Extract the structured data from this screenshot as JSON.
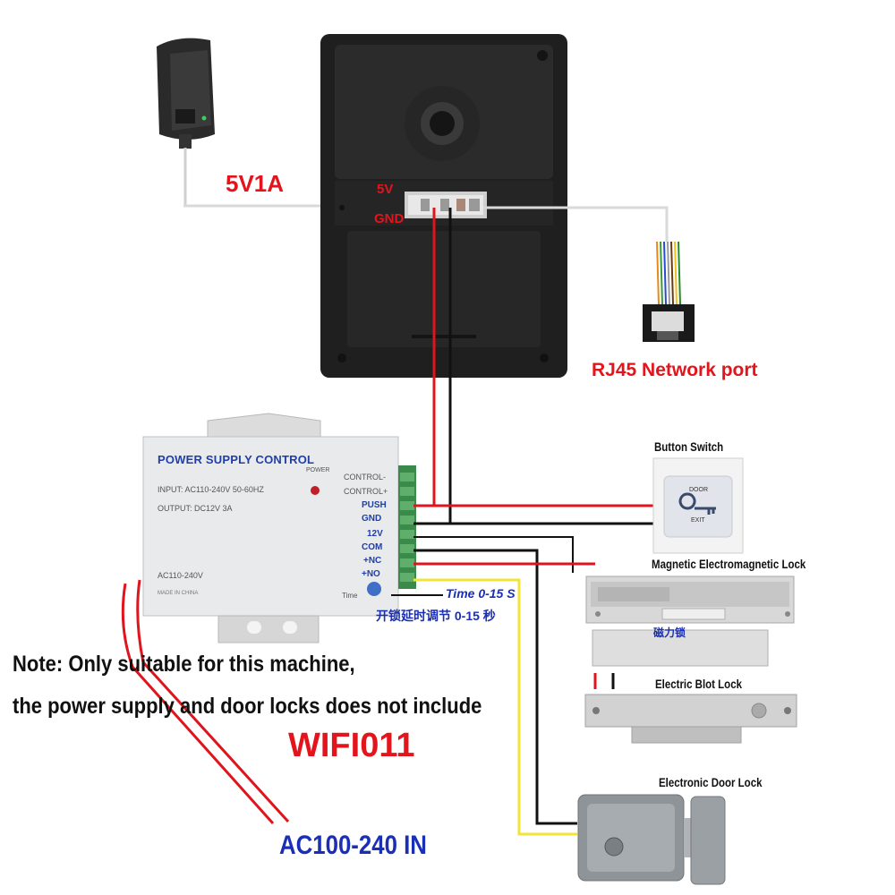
{
  "intercom": {
    "pin_5v": "5V",
    "pin_gnd": "GND"
  },
  "adapter": {
    "label": "5V1A"
  },
  "rj45": {
    "label": "RJ45 Network port"
  },
  "psu": {
    "title": "POWER SUPPLY CONTROL",
    "power_label": "POWER",
    "input": "INPUT: AC110-240V  50-60HZ",
    "output": "OUTPUT: DC12V  3A",
    "ac_label": "AC110-240V",
    "made_in": "MADE IN CHINA",
    "time_label": "Time",
    "terminals": [
      "CONTROL-",
      "CONTROL+",
      "PUSH",
      "GND",
      "12V",
      "COM",
      "+NC",
      "+NO"
    ]
  },
  "time_note": {
    "line1": "Time 0-15 S",
    "line2": "开锁延时调节 0-15 秒"
  },
  "button_switch": {
    "label": "Button Switch",
    "face_top": "DOOR",
    "face_bottom": "EXIT"
  },
  "mag_lock": {
    "label": "Magnetic Electromagnetic Lock",
    "sub": "磁力锁"
  },
  "bolt_lock": {
    "label": "Electric Blot Lock"
  },
  "door_lock": {
    "label": "Electronic Door Lock"
  },
  "note": {
    "line1": "Note: Only suitable for this machine,",
    "line2": "the power supply and door locks does not include"
  },
  "model": "WIFI011",
  "ac_in": "AC100-240 IN",
  "colors": {
    "red_text": "#e3141c",
    "blue_text": "#1a2fb5",
    "wire_red": "#e0141c",
    "wire_black": "#111111",
    "wire_yellow": "#f2e43a"
  }
}
